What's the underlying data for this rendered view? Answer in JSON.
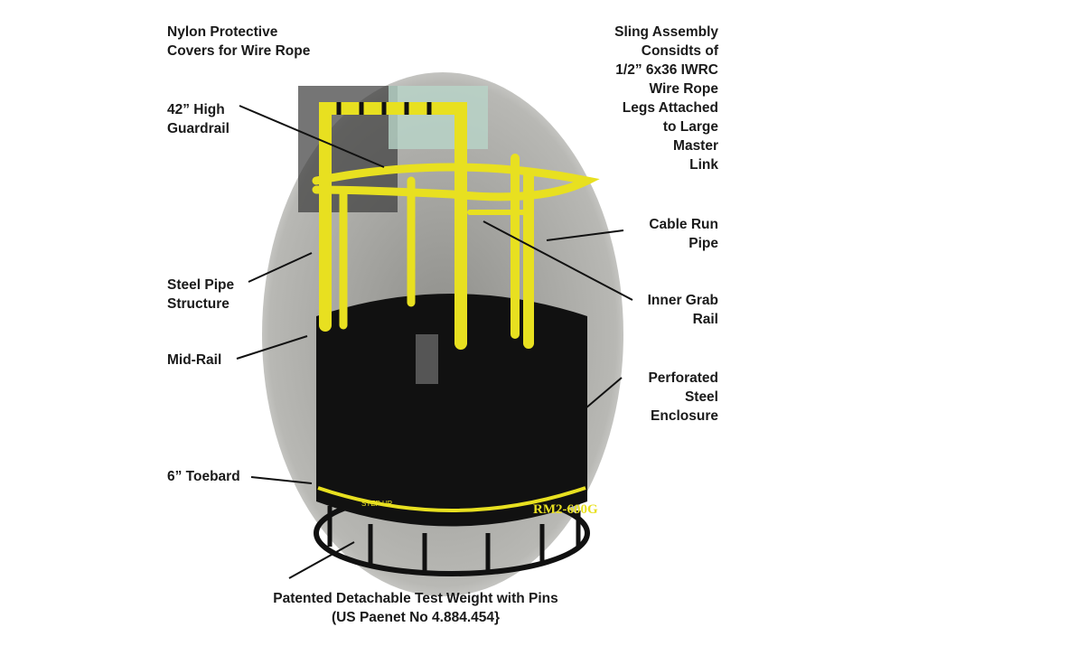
{
  "labels": {
    "nylon": "Nylon Protective\nCovers for Wire Rope",
    "guardrail": "42” High\nGuardrail",
    "steel_pipe": "Steel Pipe\nStructure",
    "mid_rail": "Mid-Rail",
    "toeboard": "6” Toebard",
    "sling": "Sling Assembly\nConsidts of\n1/2” 6x36 IWRC\nWire Rope\nLegs Attached\nto Large\nMaster\nLink",
    "cable_run": "Cable Run\nPipe",
    "grab_rail": "Inner Grab\nRail",
    "enclosure": "Perforated\nSteel\nEnclosure",
    "test_weight": "Patented Detachable Test Weight with Pins\n(US Paenet No 4.884.454}"
  },
  "product_markings": {
    "model": "RM2-600G",
    "step": "STEP UP"
  },
  "colors": {
    "yellow": "#e8e020",
    "black": "#111111",
    "ground": "#9a9a95"
  }
}
